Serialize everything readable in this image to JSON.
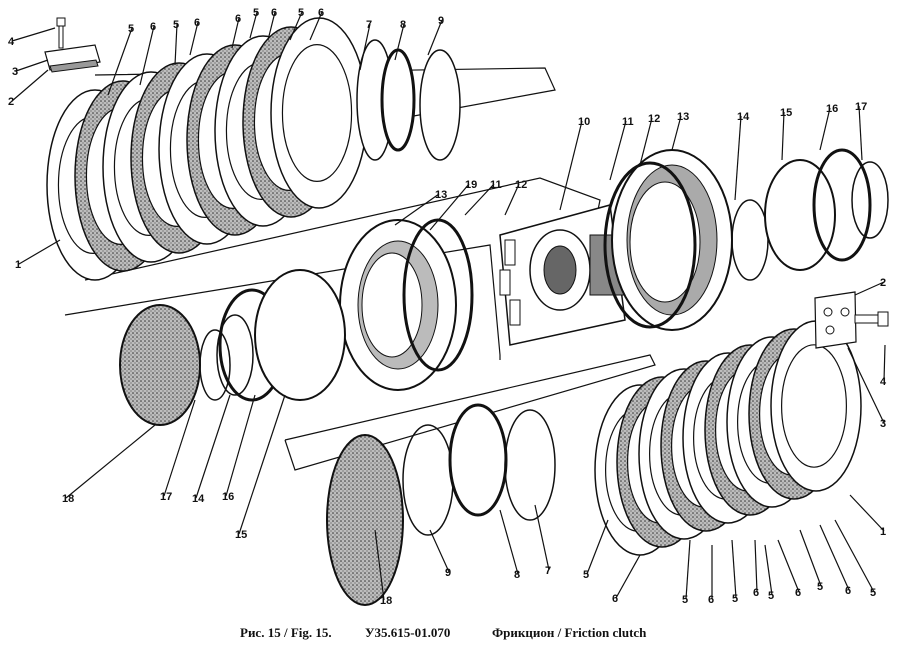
{
  "caption": {
    "figure": "Рис. 15 / Fig. 15.",
    "code": "У35.615-01.070",
    "title": "Фрикцион / Friction clutch"
  },
  "callouts": {
    "top_left": [
      "4",
      "3",
      "2",
      "1",
      "5",
      "6",
      "5",
      "6",
      "6",
      "5",
      "6",
      "5",
      "6",
      "7",
      "8",
      "9"
    ],
    "center": [
      "10",
      "11",
      "12",
      "13",
      "14",
      "15",
      "16",
      "17",
      "13",
      "19",
      "11",
      "12"
    ],
    "right_stack": [
      "2",
      "4",
      "3",
      "1"
    ],
    "middle_left": [
      "18",
      "17",
      "14",
      "16",
      "15"
    ],
    "bottom": [
      "18",
      "9",
      "8",
      "7"
    ],
    "bottom_right": [
      "5",
      "6",
      "5",
      "6",
      "5",
      "6",
      "6",
      "5",
      "6",
      "5",
      "5"
    ]
  },
  "colors": {
    "ink": "#111111",
    "paper": "#ffffff",
    "friction": "#7a7a7a"
  }
}
